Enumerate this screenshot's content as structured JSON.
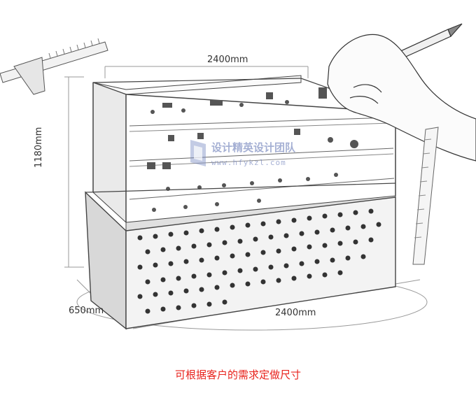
{
  "dimensions": {
    "top_width": "2400mm",
    "bottom_width": "2400mm",
    "depth": "650mm",
    "height": "1180mm"
  },
  "watermark": {
    "title": "设计精英设计团队",
    "url": "www.hfykzl.com"
  },
  "caption": "可根据客户的需求定做尺寸",
  "colors": {
    "caption": "#e8231d",
    "sketch_line": "#333333",
    "watermark": "#5b6fb0"
  }
}
